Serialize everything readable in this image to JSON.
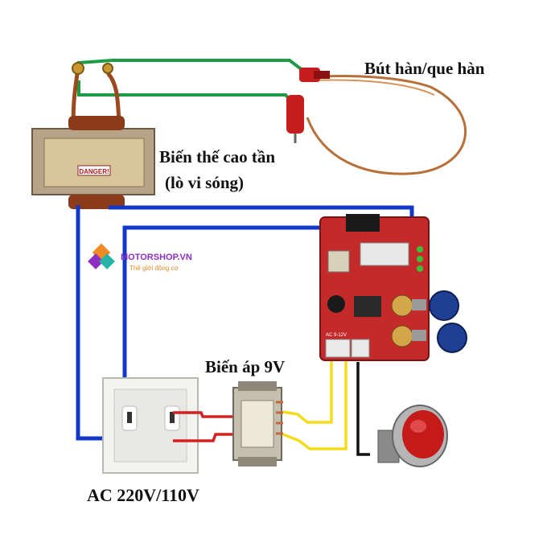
{
  "labels": {
    "pen": "Bút hàn/que hàn",
    "transformer_line1": "Biến thế cao tần",
    "transformer_line2": "(lò vi sóng)",
    "ac_9v": "Biến áp 9V",
    "ac_source": "AC 220V/110V"
  },
  "logo": {
    "name": "MOTORSHOP.VN",
    "tagline": "Thế giới động cơ",
    "colors": {
      "purple": "#8f2fc2",
      "orange": "#f08a24",
      "teal": "#26b3a8"
    }
  },
  "board_texts": {
    "danger_plate": "DANGER!",
    "input_label": "AC 9-12V"
  },
  "wire_colors": {
    "green": "#1f9a45",
    "blue": "#1238c9",
    "red": "#d42020",
    "yellow": "#f5dc1a",
    "black": "#111111"
  }
}
